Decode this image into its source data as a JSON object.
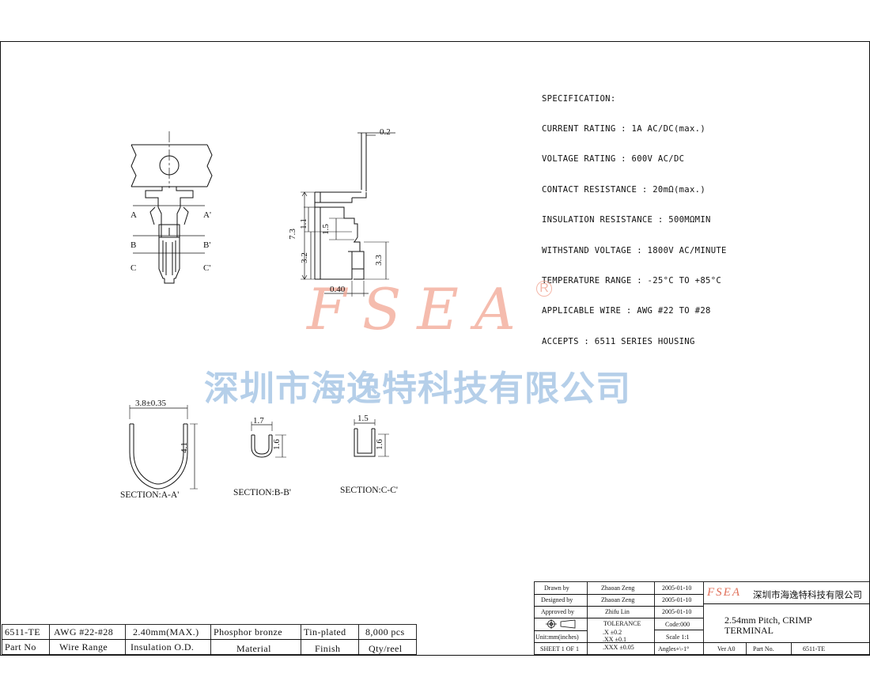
{
  "specification": {
    "lines": [
      "SPECIFICATION:",
      "CURRENT RATING : 1A AC/DC(max.)",
      "VOLTAGE RATING : 600V AC/DC",
      "CONTACT RESISTANCE : 20mΩ(max.)",
      "INSULATION RESISTANCE : 500MΩMIN",
      "WITHSTAND VOLTAGE : 1800V AC/MINUTE",
      "TEMPERATURE RANGE : -25°C TO +85°C",
      "APPLICABLE WIRE : AWG #22 TO #28",
      "ACCEPTS : 6511 SERIES HOUSING"
    ]
  },
  "watermark": {
    "logo": "FSEA",
    "registered": "R",
    "company_cn": "深圳市海逸特科技有限公司",
    "logo_color": "#f2a694",
    "cn_color": "#a9c7e6"
  },
  "top_view": {
    "section_labels": {
      "a": "A",
      "a_prime": "A'",
      "b": "B",
      "b_prime": "B'",
      "c": "C",
      "c_prime": "C'"
    }
  },
  "side_view": {
    "dims": {
      "thickness": "0.2",
      "overall": "7.3",
      "d1": "1.1",
      "d2": "1.5",
      "d3": "3.2",
      "d4": "3.3",
      "width": "0.40"
    }
  },
  "sections": [
    {
      "caption": "SECTION:A-A'",
      "width": "3.8±0.35",
      "height": "4.1"
    },
    {
      "caption": "SECTION:B-B'",
      "width": "1.7",
      "height": "1.6"
    },
    {
      "caption": "SECTION:C-C'",
      "width": "1.5",
      "height": "1.6"
    }
  ],
  "parts_table": {
    "values": [
      "6511-TE",
      "AWG #22-#28",
      "2.40mm(MAX.)",
      "Phosphor bronze",
      "Tin-plated",
      "8,000 pcs"
    ],
    "headers": [
      "Part No",
      "Wire Range",
      "Insulation O.D.",
      "Material",
      "Finish",
      "Qty/reel"
    ]
  },
  "title_block": {
    "drawn_label": "Drawn by",
    "drawn_name": "Zhaoan Zeng",
    "drawn_date": "2005-01-10",
    "designed_label": "Designed by",
    "designed_name": "Zhaoan Zeng",
    "designed_date": "2005-01-10",
    "approved_label": "Approved by",
    "approved_name": "Zhifu Lin",
    "approved_date": "2005-01-10",
    "tolerance_label": "TOLERANCE",
    "tol_x": ".X   ±0.2",
    "tol_xx": ".XX   ±0.1",
    "tol_xxx": ".XXX  ±0.05",
    "units": "Unit:mm(inches)",
    "sheet": "SHEET 1 OF 1",
    "code": "Code:000",
    "scale": "Scale 1:1",
    "angles": "Angles+\\-1°",
    "company_logo": "FSEA",
    "company_name": "深圳市海逸特科技有限公司",
    "title_line1": "2.54mm Pitch, CRIMP",
    "title_line2": "TERMINAL",
    "ver": "Ver A0",
    "part_label": "Part No.",
    "part_no": "6511-TE"
  }
}
